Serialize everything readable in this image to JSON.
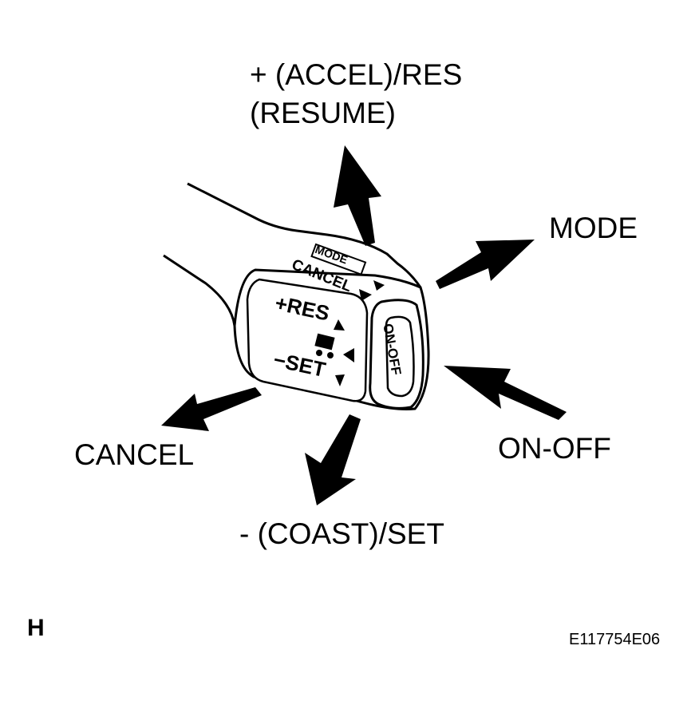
{
  "labels": {
    "accel_line1": "+ (ACCEL)/RES",
    "accel_line2": "(RESUME)",
    "mode": "MODE",
    "on_off": "ON-OFF",
    "cancel": "CANCEL",
    "coast_set": "- (COAST)/SET"
  },
  "switch_face": {
    "mode": "MODE",
    "cancel": "CANCEL",
    "plus_res": "+RES",
    "minus_set": "−SET",
    "on_off": "ON-OFF"
  },
  "corner_letter": "H",
  "figure_code": "E117754E06",
  "colors": {
    "ink": "#000000",
    "paper": "#ffffff"
  }
}
